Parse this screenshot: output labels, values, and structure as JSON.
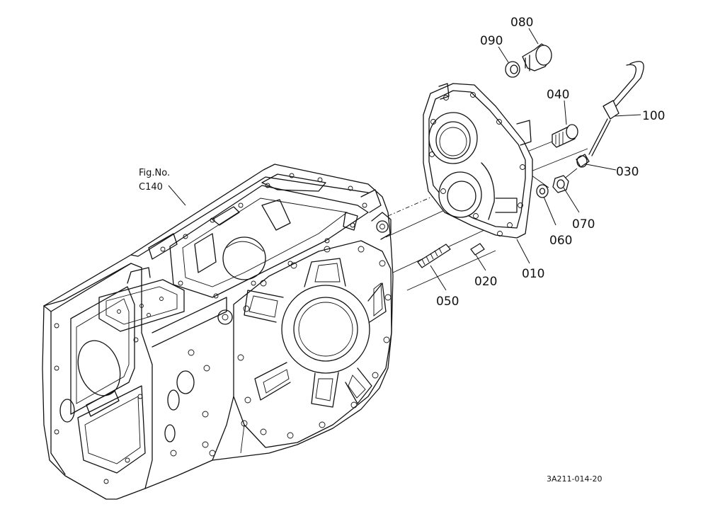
{
  "figure_ref": {
    "line1": "Fig.No.",
    "line2": "C140"
  },
  "drawing_code": "3A211-014-20",
  "callouts": [
    {
      "id": "010",
      "label": "010"
    },
    {
      "id": "020",
      "label": "020"
    },
    {
      "id": "030",
      "label": "030"
    },
    {
      "id": "040",
      "label": "040"
    },
    {
      "id": "050",
      "label": "050"
    },
    {
      "id": "060",
      "label": "060"
    },
    {
      "id": "070",
      "label": "070"
    },
    {
      "id": "080",
      "label": "080"
    },
    {
      "id": "090",
      "label": "090"
    },
    {
      "id": "100",
      "label": "100"
    }
  ]
}
